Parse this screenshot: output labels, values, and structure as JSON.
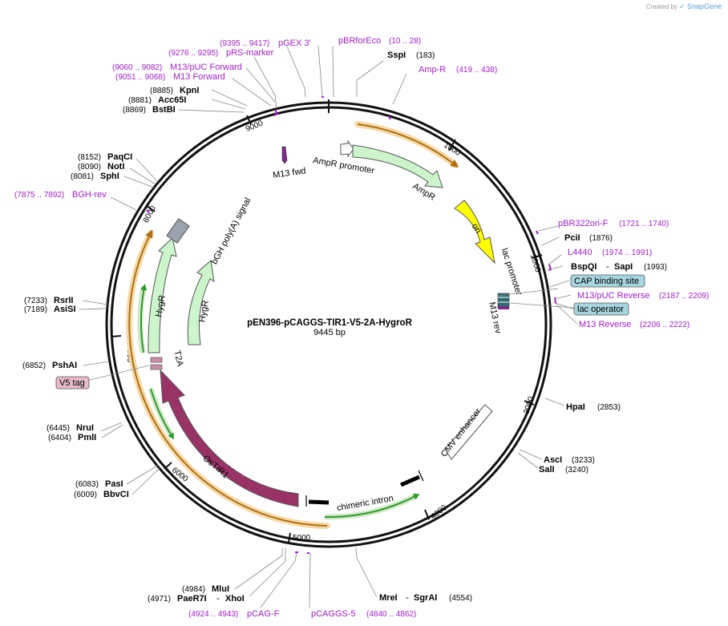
{
  "credit": {
    "prefix": "Created by",
    "brand": "SnapGene"
  },
  "plasmid": {
    "name": "pEN396-pCAGGS-TIR1-V5-2A-HygroR",
    "size": "9445 bp"
  },
  "ticks": [
    "1000",
    "2000",
    "3000",
    "4000",
    "5000",
    "6000",
    "7000",
    "8000",
    "9000"
  ],
  "features": {
    "m13fwd": "M13 fwd",
    "amprPromoter": "AmpR promoter",
    "ampr": "AmpR",
    "ori": "ori",
    "lacPromoter": "lac promoter",
    "m13rev": "M13 rev",
    "cmv": "CMV enhancer",
    "chimericIntron": "chimeric intron",
    "ostir1": "OsTIR1",
    "t2a": "T2A",
    "hygrOuter": "HygR",
    "hygrInner": "HygR",
    "bgh": "bGH poly(A) signal"
  },
  "boxes": {
    "cap": "CAP binding site",
    "lacOp": "lac operator",
    "v5": "V5 tag"
  },
  "enzymes": {
    "sspi": {
      "name": "SspI",
      "pos": "(183)"
    },
    "pcii": {
      "name": "PciI",
      "pos": "(1876)"
    },
    "bspqi": {
      "name": "BspQI",
      "sep": "-",
      "name2": "SapI",
      "pos": "(1993)"
    },
    "hpai": {
      "name": "HpaI",
      "pos": "(2853)"
    },
    "asci": {
      "name": "AscI",
      "pos": "(3233)"
    },
    "sali": {
      "name": "SalI",
      "pos": "(3240)"
    },
    "mrei": {
      "name": "MreI",
      "sep": "-",
      "name2": "SgrAI",
      "pos": "(4554)"
    },
    "mlui": {
      "name": "MluI",
      "pos": "(4984)"
    },
    "paer7i": {
      "pos": "(4971)",
      "name": "PaeR7I",
      "sep": "-",
      "name2": "XhoI"
    },
    "pasi": {
      "pos": "(6083)",
      "name": "PasI"
    },
    "bbvci": {
      "pos": "(6009)",
      "name": "BbvCI"
    },
    "nrui": {
      "pos": "(6445)",
      "name": "NruI"
    },
    "pmli": {
      "pos": "(6404)",
      "name": "PmlI"
    },
    "pshai": {
      "pos": "(6852)",
      "name": "PshAI"
    },
    "rsrii": {
      "pos": "(7233)",
      "name": "RsrII"
    },
    "asisi": {
      "pos": "(7189)",
      "name": "AsiSI"
    },
    "paqci": {
      "pos": "(8152)",
      "name": "PaqCI"
    },
    "noti": {
      "pos": "(8090)",
      "name": "NotI"
    },
    "sphi": {
      "pos": "(8081)",
      "name": "SphI"
    },
    "kpni": {
      "pos": "(8885)",
      "name": "KpnI"
    },
    "acc65i": {
      "pos": "(8881)",
      "name": "Acc65I"
    },
    "bstbi": {
      "pos": "(8869)",
      "name": "BstBI"
    }
  },
  "primers": {
    "pgex3": {
      "range": "(9395 .. 9417)",
      "name": "pGEX 3'"
    },
    "prs": {
      "range": "(9276 .. 9295)",
      "name": "pRS-marker"
    },
    "m13pucfwd": {
      "range": "(9060 .. 9082)",
      "name": "M13/pUC Forward"
    },
    "m13fwd": {
      "range": "(9051 .. 9068)",
      "name": "M13 Forward"
    },
    "pbrforeco": {
      "name": "pBRforEco",
      "range": "(10 .. 28)"
    },
    "ampr": {
      "name": "Amp-R",
      "range": "(419 .. 438)"
    },
    "pbr322ori": {
      "name": "pBR322ori-F",
      "range": "(1721 .. 1740)"
    },
    "l4440": {
      "name": "L4440",
      "range": "(1974 .. 1991)"
    },
    "m13pucrev": {
      "name": "M13/pUC Reverse",
      "range": "(2187 .. 2209)"
    },
    "m13rev": {
      "name": "M13 Reverse",
      "range": "(2206 .. 2222)"
    },
    "bghrev": {
      "range": "(7875 .. 7892)",
      "name": "BGH-rev"
    },
    "pcagf": {
      "range": "(4924 .. 4943)",
      "name": "pCAG-F"
    },
    "pcaggs5": {
      "name": "pCAGGS-5",
      "range": "(4840 .. 4862)"
    }
  },
  "colors": {
    "ampr": "#ccf5cc",
    "ori": "#ffff00",
    "ostir1": "#993366",
    "hygr": "#ccf5cc",
    "primer": "#a020c8",
    "orfOrange": "#f5b04a",
    "orfGreen": "#2e9a2e",
    "capBox": "#a6d5e0",
    "v5Box": "#e7b9c9"
  }
}
